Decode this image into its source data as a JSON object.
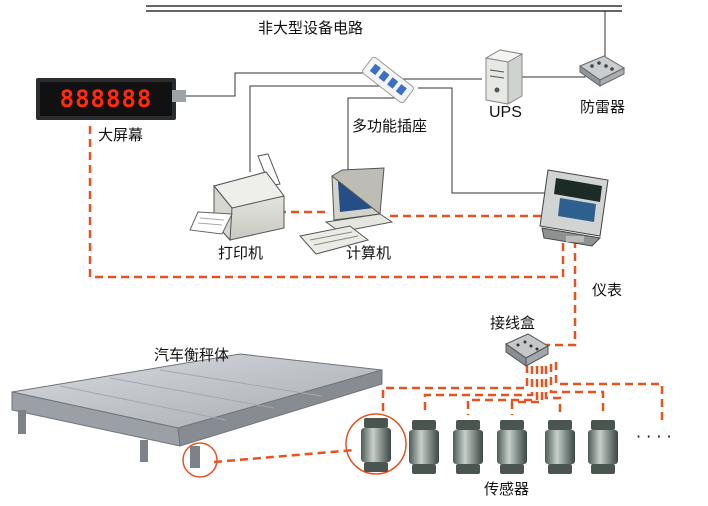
{
  "labels": {
    "power_line": "非大型设备电路",
    "big_screen": "大屏幕",
    "ups": "UPS",
    "lightning_protector": "防雷器",
    "power_strip": "多功能插座",
    "printer": "打印机",
    "computer": "计算机",
    "indicator": "仪表",
    "junction_box": "接线盒",
    "truck_scale": "汽车衡秤体",
    "load_cells": "传感器"
  },
  "display": {
    "digits": "888888",
    "digit_color": "#ff2a10"
  },
  "more_mark": "· · · ·",
  "colors": {
    "signal_cable": "#e8521e",
    "power_cable": "#333333",
    "highlight_circle": "#e8521e"
  }
}
